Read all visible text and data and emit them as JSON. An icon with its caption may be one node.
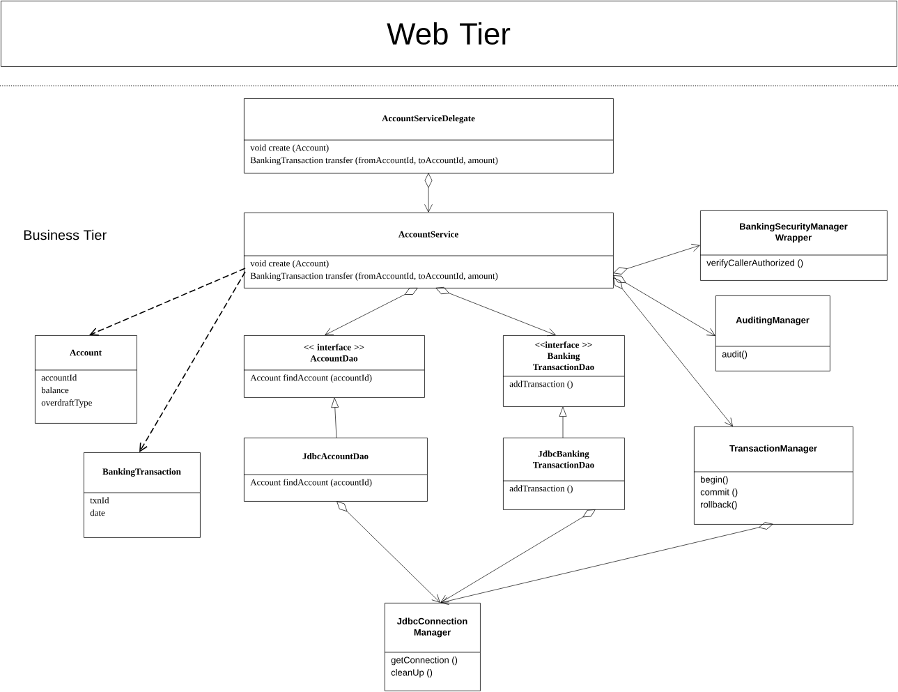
{
  "diagram": {
    "nodes": [
      {
        "text": [
          "Web Tier"
        ]
      },
      {
        "text": [
          "AccountServiceDelegate",
          "void create (Account)",
          "BankingTransaction transfer (fromAccountId, toAccountId, amount)"
        ]
      },
      {
        "text": [
          "AccountService",
          "void create (Account)",
          "BankingTransaction transfer (fromAccountId, toAccountId, amount)"
        ]
      },
      {
        "text": [
          "BankingSecurityManager Wrapper",
          "verifyCallerAuthorized ()"
        ]
      },
      {
        "text": [
          "AuditingManager",
          "audit()"
        ]
      },
      {
        "text": [
          "Account",
          "accountId",
          "balance",
          "overdraftType"
        ]
      },
      {
        "text": [
          "<< interface >>",
          "AccountDao",
          "Account findAccount (accountId)"
        ]
      },
      {
        "text": [
          "<<interface >>",
          "Banking TransactionDao",
          "addTransaction ()"
        ]
      },
      {
        "text": [
          "BankingTransaction",
          "txnId",
          "date"
        ]
      },
      {
        "text": [
          "JdbcAccountDao",
          "Account findAccount (accountId)"
        ]
      },
      {
        "text": [
          "JdbcBanking TransactionDao",
          "addTransaction ()"
        ]
      },
      {
        "text": [
          "TransactionManager",
          "begin()",
          "commit ()",
          "rollback()"
        ]
      },
      {
        "text": [
          "JdbcConnection Manager",
          "getConnection ()",
          "cleanUp ()"
        ]
      }
    ],
    "edges": [
      {
        "from": 1,
        "to": 2,
        "arrow": "to"
      },
      {
        "from": 2,
        "to": 3,
        "arrow": "to"
      },
      {
        "from": 2,
        "to": 4,
        "arrow": "to"
      },
      {
        "from": 2,
        "to": 11,
        "arrow": "to"
      },
      {
        "from": 2,
        "to": 5,
        "arrow": "to",
        "style": "dashed"
      },
      {
        "from": 2,
        "to": 8,
        "arrow": "to",
        "style": "dashed"
      },
      {
        "from": 2,
        "to": 6,
        "arrow": "to"
      },
      {
        "from": 2,
        "to": 7,
        "arrow": "to"
      },
      {
        "from": 9,
        "to": 6,
        "arrow": "to"
      },
      {
        "from": 10,
        "to": 7,
        "arrow": "to"
      },
      {
        "from": 9,
        "to": 12,
        "arrow": "to"
      },
      {
        "from": 10,
        "to": 12,
        "arrow": "to"
      },
      {
        "from": 11,
        "to": 12,
        "arrow": "to"
      }
    ],
    "labels": [
      "Business Tier"
    ]
  }
}
